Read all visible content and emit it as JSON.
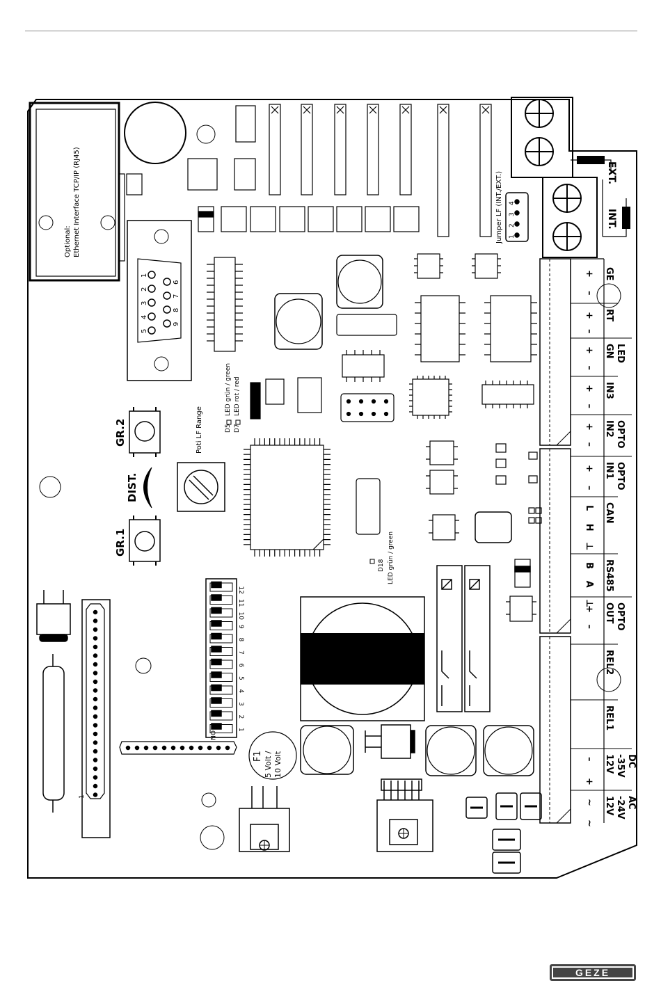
{
  "brand": {
    "logo_text": "GEZE"
  },
  "ethernet": {
    "line1": "Optional:",
    "line2": "Ethernet Interface TCP/IP (RJ45)"
  },
  "dsub_pins": {
    "top": [
      "5",
      "4",
      "3",
      "2",
      "1"
    ],
    "bottom": [
      "9",
      "8",
      "7",
      "6"
    ]
  },
  "jumper": {
    "label": "Jumper LF (INT./EXT.)",
    "pins": [
      "1",
      "2",
      "3",
      "4"
    ]
  },
  "antenna": {
    "ext": "EXT.",
    "int": "INT."
  },
  "buttons": {
    "gr2": "GR.2",
    "gr1": "GR.1",
    "dist": "DIST."
  },
  "poti": {
    "label": "Poti LF Range"
  },
  "leds": {
    "d5": "D5",
    "d5_text": "LED grün / green",
    "d7": "D7",
    "d7_text": "LED rot / red",
    "d18": "D18",
    "d18_text": "LED grün / green"
  },
  "fuse": {
    "name": "F1",
    "line1": "5 Volt /",
    "line2": "10 Volt"
  },
  "dip": {
    "on": "ON",
    "numbers": [
      "1",
      "2",
      "3",
      "4",
      "5",
      "6",
      "7",
      "8",
      "9",
      "10",
      "11",
      "12"
    ]
  },
  "header": {
    "pin1": "1"
  },
  "terminals": [
    {
      "signs": [
        "+",
        "–"
      ],
      "line1": "",
      "line2": "GE"
    },
    {
      "signs": [
        "+",
        "–"
      ],
      "line1": "RT",
      "line2": ""
    },
    {
      "signs": [
        "+",
        "–"
      ],
      "line1": "GN",
      "line2": "LED"
    },
    {
      "signs": [
        "+",
        "–"
      ],
      "line1": "IN3",
      "line2": ""
    },
    {
      "signs": [
        "+",
        "–"
      ],
      "line1": "IN2",
      "line2": "OPTO"
    },
    {
      "signs": [
        "+",
        "–"
      ],
      "line1": "IN1",
      "line2": "OPTO"
    },
    {
      "signs": [
        "L",
        "H",
        "⊥"
      ],
      "line1": "",
      "line2": "CAN"
    },
    {
      "signs": [
        "B",
        "A",
        "⊥"
      ],
      "line1": "",
      "line2": "RS485"
    },
    {
      "signs": [
        "+",
        "–"
      ],
      "line1": "OUT",
      "line2": "OPTO"
    },
    {
      "signs": [],
      "line1": "",
      "line2": "REL2"
    },
    {
      "signs": [],
      "line1": "",
      "line2": "REL1"
    },
    {
      "signs": [
        "–",
        "+"
      ],
      "line1": "12V",
      "line2": "-35V",
      "line3": "DC"
    },
    {
      "signs": [
        "~",
        "~"
      ],
      "line1": "12V",
      "line2": "-24V",
      "line3": "AC"
    }
  ]
}
